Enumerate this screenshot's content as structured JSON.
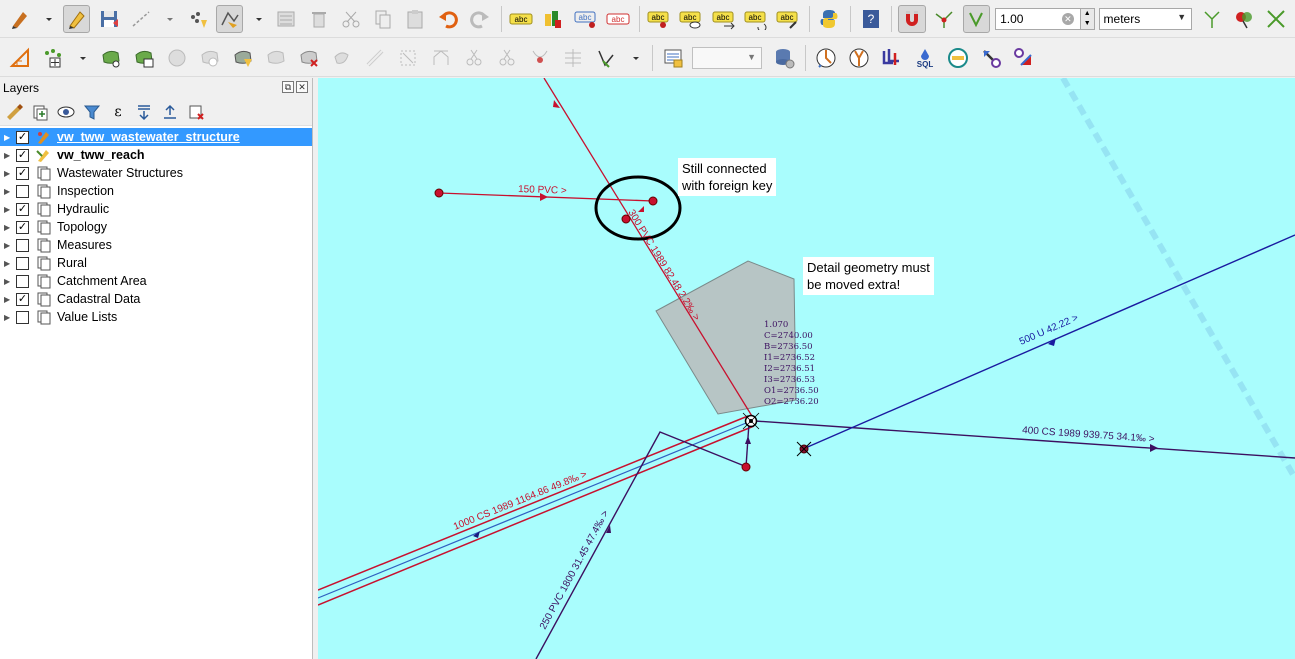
{
  "toolbar": {
    "buffer_value": "1.00",
    "units_value": "meters",
    "label_abc": "abc"
  },
  "layers_panel": {
    "title": "Layers",
    "filter_label": "ε",
    "layers": [
      {
        "name": "vw_tww_wastewater_structure",
        "checked": true,
        "selected": true,
        "bold": true,
        "underline": true,
        "icon": "point-edit-icon"
      },
      {
        "name": "vw_tww_reach",
        "checked": true,
        "selected": false,
        "bold": true,
        "underline": false,
        "icon": "line-edit-icon"
      },
      {
        "name": "Wastewater Structures",
        "checked": true,
        "selected": false,
        "bold": false,
        "underline": false,
        "icon": "group-icon"
      },
      {
        "name": "Inspection",
        "checked": false,
        "selected": false,
        "bold": false,
        "underline": false,
        "icon": "group-icon"
      },
      {
        "name": "Hydraulic",
        "checked": true,
        "selected": false,
        "bold": false,
        "underline": false,
        "icon": "group-icon"
      },
      {
        "name": "Topology",
        "checked": true,
        "selected": false,
        "bold": false,
        "underline": false,
        "icon": "group-icon"
      },
      {
        "name": "Measures",
        "checked": false,
        "selected": false,
        "bold": false,
        "underline": false,
        "icon": "group-icon"
      },
      {
        "name": "Rural",
        "checked": false,
        "selected": false,
        "bold": false,
        "underline": false,
        "icon": "group-icon"
      },
      {
        "name": "Catchment Area",
        "checked": false,
        "selected": false,
        "bold": false,
        "underline": false,
        "icon": "group-icon"
      },
      {
        "name": "Cadastral Data",
        "checked": true,
        "selected": false,
        "bold": false,
        "underline": false,
        "icon": "group-icon"
      },
      {
        "name": "Value Lists",
        "checked": false,
        "selected": false,
        "bold": false,
        "underline": false,
        "icon": "group-icon"
      }
    ]
  },
  "map": {
    "background_color": "#a9fdfd",
    "notes": {
      "still_connected": "Still connected\nwith foreign key",
      "detail_geometry": "Detail geometry must\nbe moved extra!"
    },
    "labels": {
      "pipe_150": "150 PVC >",
      "pipe_300": "300 PVC 1989 82.48 2.2‰ >",
      "pipe_500": "500 U 42.22 >",
      "pipe_400": "400 CS 1989 939.75 34.1‰ >",
      "pipe_1000": "1000 CS 1989 1164.86 49.8‰ >",
      "pipe_250": "250 PVC 1800 31.45 47.4‰ >"
    },
    "structure_info": [
      "1.070",
      "C=2740.00",
      "B=2736.50",
      "I1=2736.52",
      "I2=2736.51",
      "I3=2736.53",
      "O1=2736.50",
      "O2=2736.20"
    ],
    "colors": {
      "red_pipe": "#c8102e",
      "blue_pipe": "#1a1aa0",
      "purple_pipe": "#3c1060",
      "detail_polygon": "#b7c5c5"
    }
  }
}
